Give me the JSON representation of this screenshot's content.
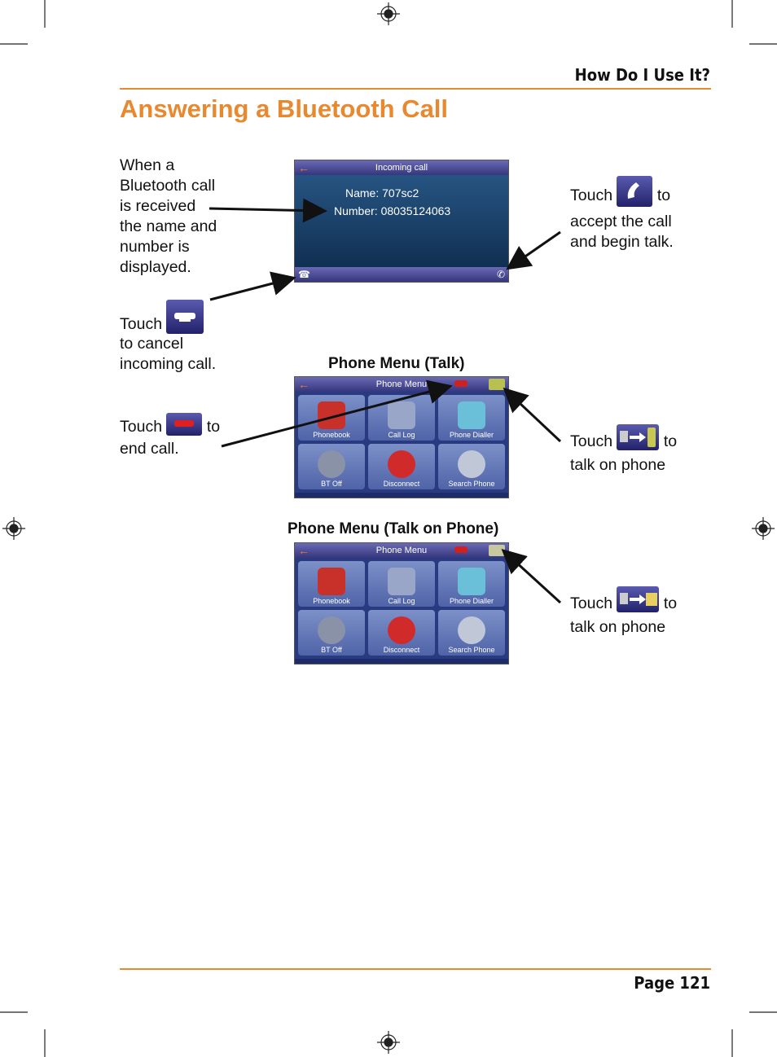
{
  "header": {
    "section": "How Do I Use It?"
  },
  "page_title": "Answering a Bluetooth Call",
  "incoming": {
    "desc": [
      "When a",
      "Bluetooth call",
      "is received",
      "the name and",
      "number is",
      "displayed."
    ],
    "screen_title": "Incoming call",
    "name_line": "Name: 707sc2",
    "number_line": "Number: 08035124063"
  },
  "cancel": {
    "touch": "Touch",
    "rest": [
      "to cancel",
      "incoming call."
    ]
  },
  "accept": {
    "touch": "Touch",
    "to": "to",
    "rest": [
      "accept the call",
      "and begin talk."
    ]
  },
  "talk_menu": {
    "caption": "Phone Menu (Talk)"
  },
  "phone_menu": {
    "caption": "Phone Menu (Talk on Phone)"
  },
  "end_call": {
    "touch": "Touch",
    "to": "to",
    "rest": "end call."
  },
  "talk_on_phone_1": {
    "touch": "Touch",
    "to": "to",
    "rest": "talk on phone"
  },
  "talk_on_phone_2": {
    "touch": "Touch",
    "to": "to",
    "rest": "talk on phone"
  },
  "menu": {
    "bar_title": "Phone Menu",
    "tiles": [
      "Phonebook",
      "Call Log",
      "Phone Dialler",
      "BT Off",
      "Disconnect",
      "Search Phone"
    ]
  },
  "footer": {
    "page": "Page 121"
  },
  "colors": {
    "accent": "#e8892f"
  }
}
